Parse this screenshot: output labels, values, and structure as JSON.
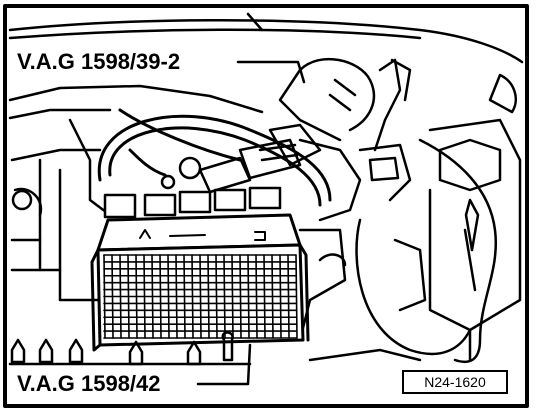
{
  "labels": {
    "top": "V.A.G 1598/39-2",
    "bottom": "V.A.G 1598/42"
  },
  "figure_code": "N24-1620",
  "colors": {
    "ink": "#000000",
    "paper": "#ffffff"
  }
}
